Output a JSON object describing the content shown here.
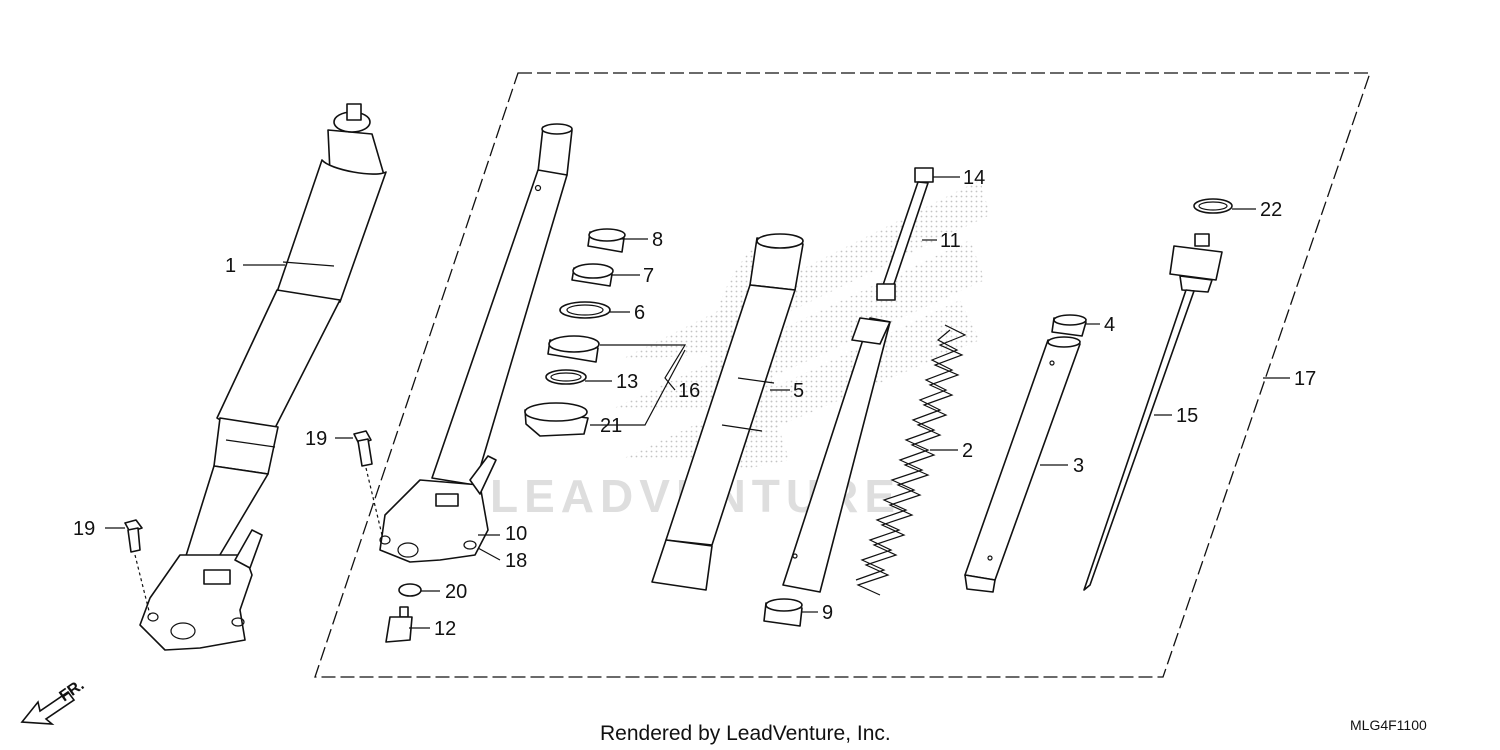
{
  "diagram": {
    "watermark": "LEADVENTURE",
    "direction_label": "FR.",
    "credit": "Rendered by LeadVenture, Inc.",
    "diagram_code": "MLG4F1100",
    "callouts": {
      "c1": "1",
      "c2": "2",
      "c3": "3",
      "c4": "4",
      "c5": "5",
      "c6": "6",
      "c7": "7",
      "c8": "8",
      "c9": "9",
      "c10": "10",
      "c11": "11",
      "c12": "12",
      "c13": "13",
      "c14": "14",
      "c15": "15",
      "c16": "16",
      "c17": "17",
      "c18": "18",
      "c19a": "19",
      "c19b": "19",
      "c20": "20",
      "c21": "21",
      "c22": "22"
    }
  }
}
